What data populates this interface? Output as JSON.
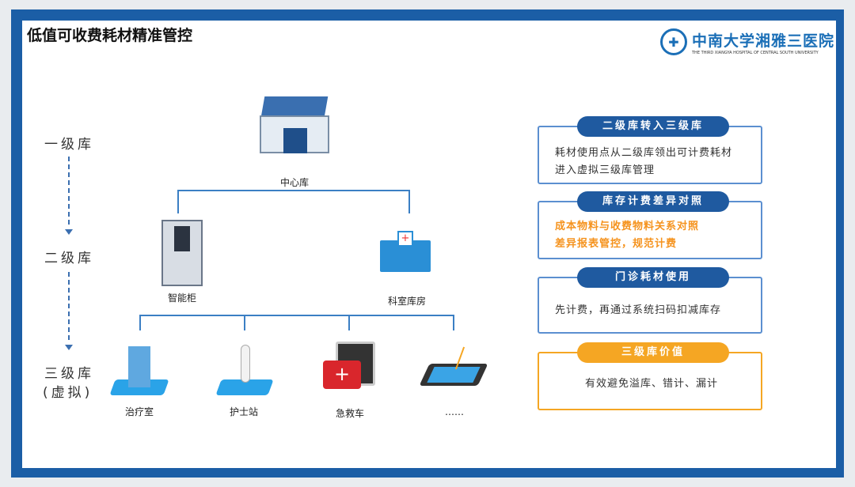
{
  "title": "低值可收费耗材精准管控",
  "logo": {
    "cn": "中南大学湘雅三医院",
    "en": "THE THIRD XIANGYA HOSPITAL OF CENTRAL SOUTH UNIVERSITY"
  },
  "levels": [
    "一级库",
    "二级库",
    "三级库",
    "(虚拟)"
  ],
  "nodes": {
    "center": "中心库",
    "cabinet": "智能柜",
    "dept": "科室库房",
    "n1": "治疗室",
    "n2": "护士站",
    "n3": "急救车",
    "n4": "……"
  },
  "cards": [
    {
      "title": "二级库转入三级库",
      "lines": [
        "耗材使用点从二级库领出可计费耗材",
        "进入虚拟三级库管理"
      ]
    },
    {
      "title": "库存计费差异对照",
      "lines": [
        "成本物料与收费物料关系对照",
        "差异报表管控，规范计费"
      ]
    },
    {
      "title": "门诊耗材使用",
      "lines": [
        "先计费，再通过系统扫码扣减库存"
      ]
    },
    {
      "title": "三级库价值",
      "lines": [
        "有效避免溢库、错计、漏计"
      ]
    }
  ],
  "colors": {
    "frame": "#1b5ea6",
    "pill": "#1f5aa0",
    "accent": "#f5a623"
  }
}
